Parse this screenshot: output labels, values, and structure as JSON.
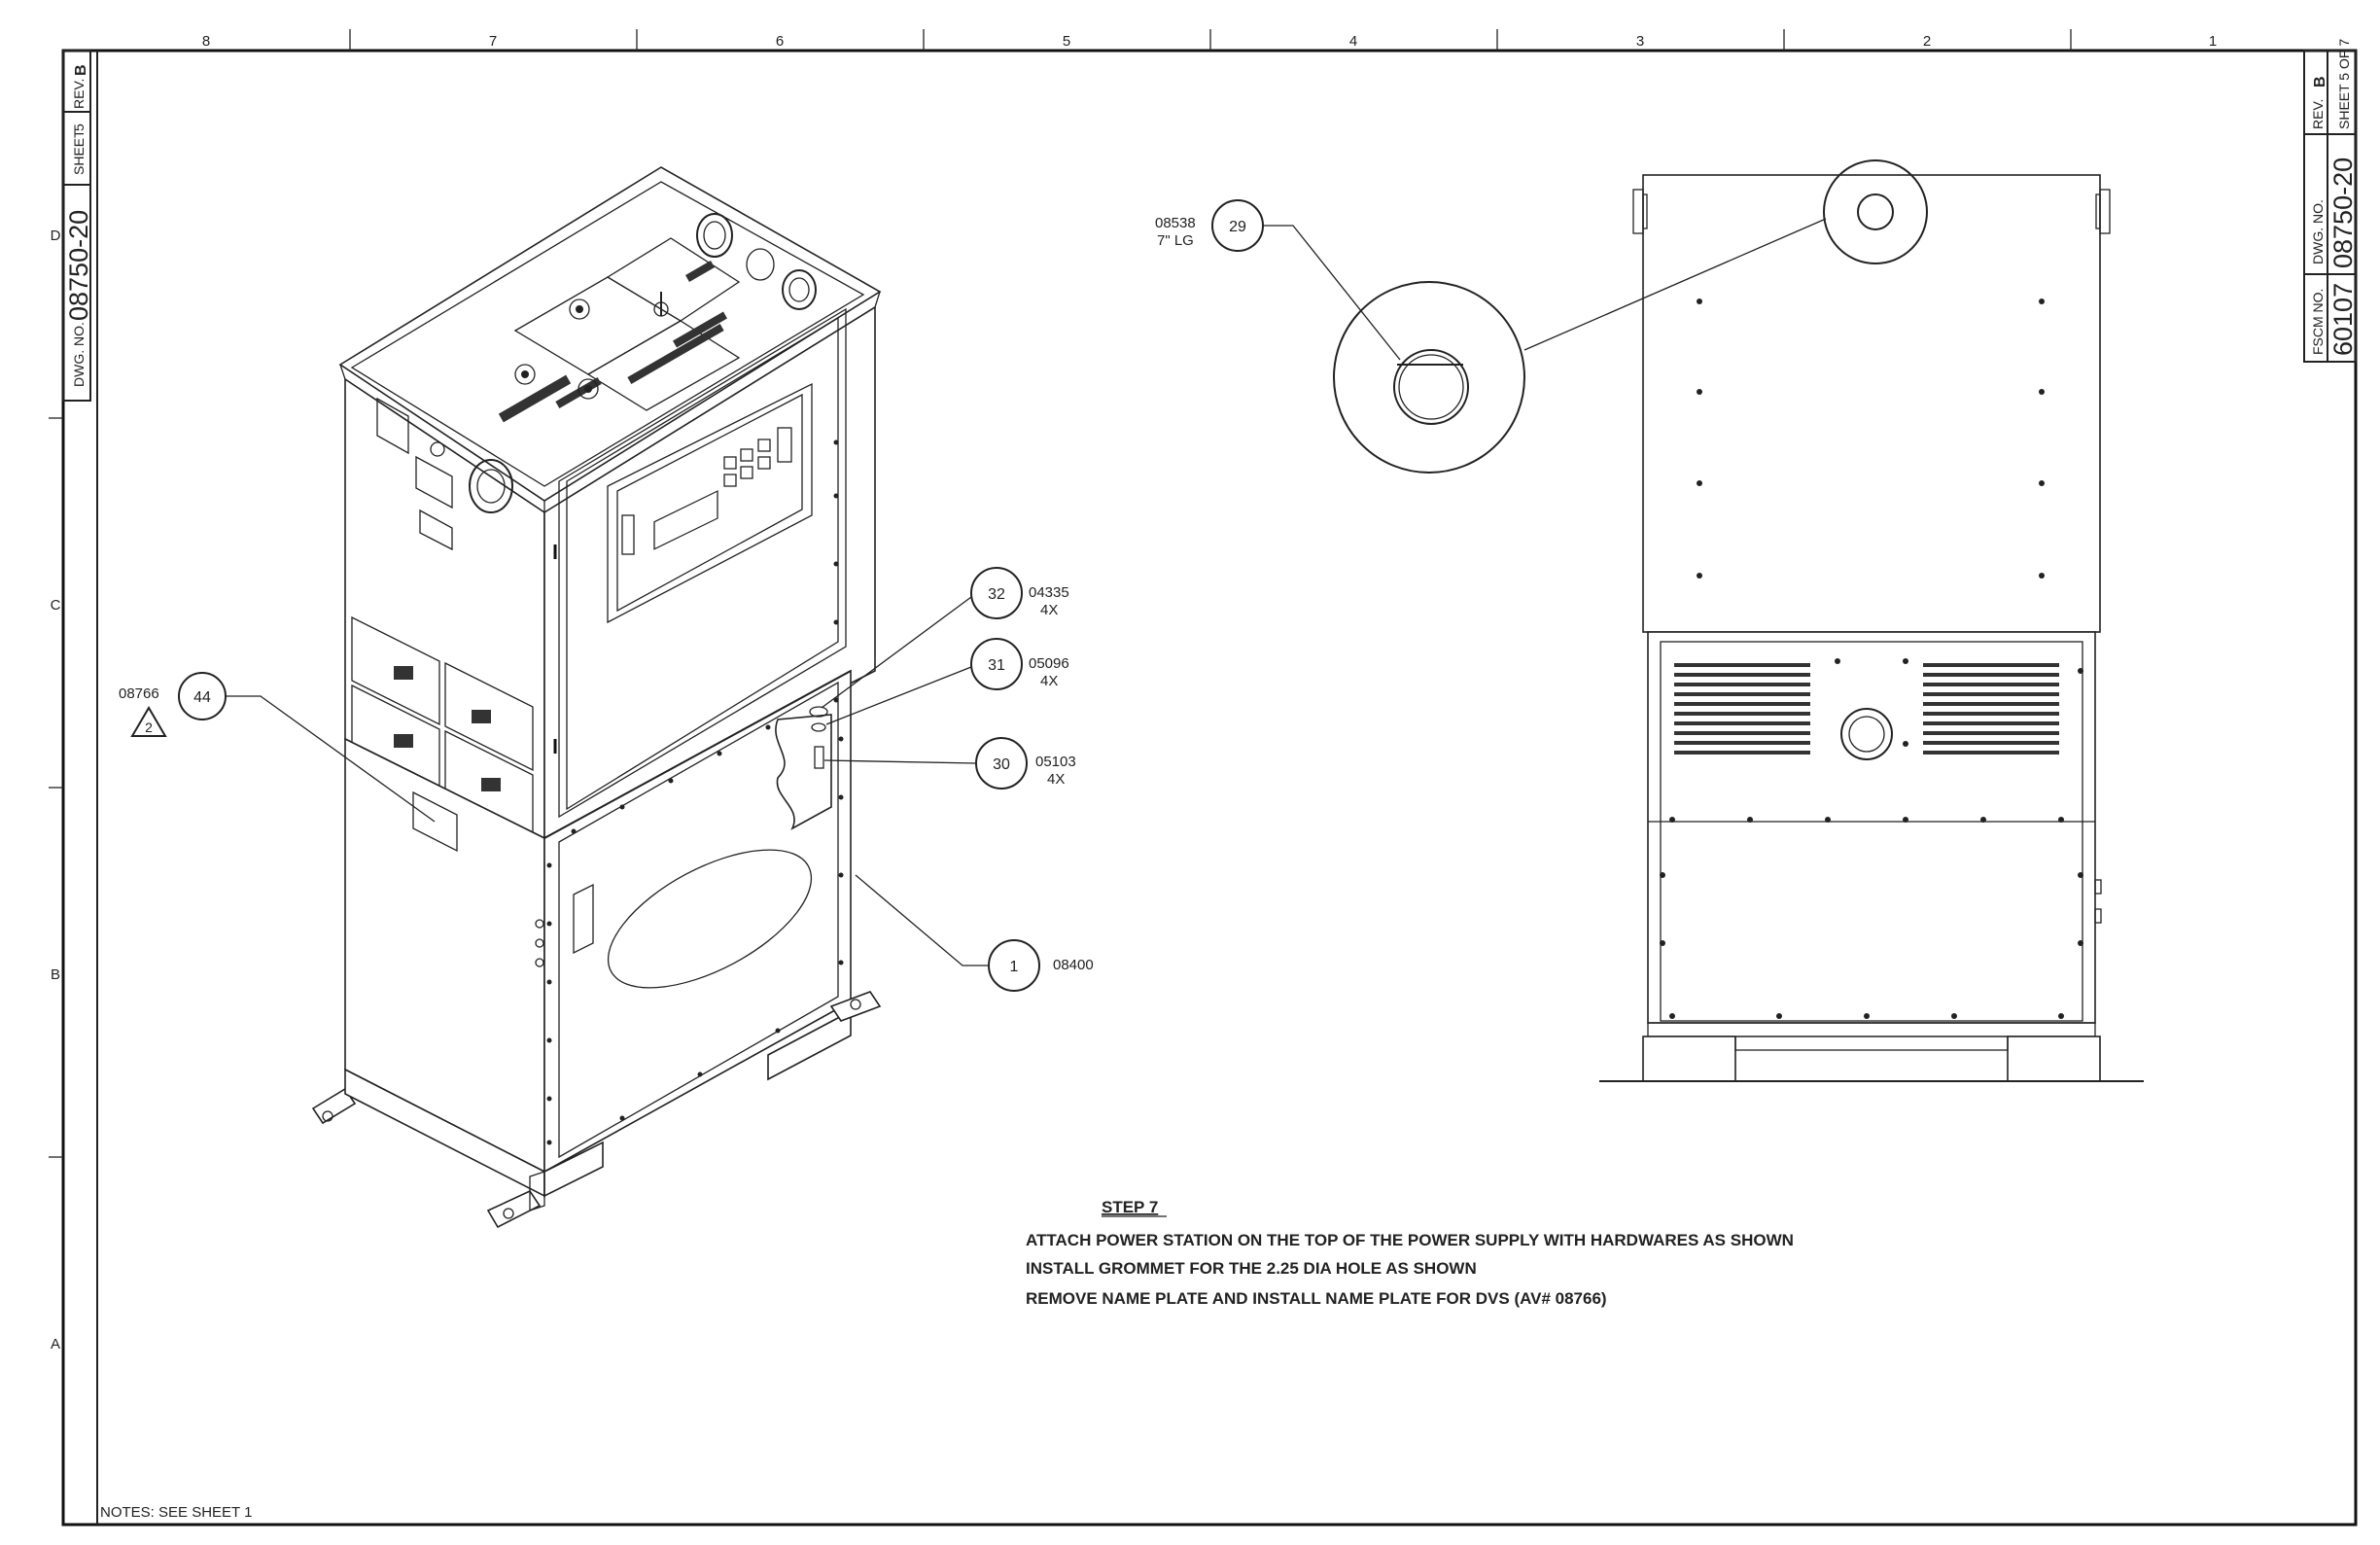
{
  "zones": {
    "columns": [
      "8",
      "7",
      "6",
      "5",
      "4",
      "3",
      "2",
      "1"
    ],
    "rows": [
      "D",
      "C",
      "B",
      "A"
    ]
  },
  "title_block_left": {
    "rev_label": "REV.",
    "rev": "B",
    "sheet_label": "SHEET",
    "sheet": "5",
    "dwg_label": "DWG. NO.",
    "dwg_no": "08750-20"
  },
  "title_block_right": {
    "rev_label": "REV.",
    "rev": "B",
    "sheet_text": "SHEET 5 OF 7",
    "dwg_label": "DWG. NO.",
    "dwg_no": "08750-20",
    "fscm_label": "FSCM NO.",
    "fscm_no": "60107"
  },
  "callouts": {
    "c44": {
      "item": "44",
      "part": "08766",
      "rev_flag": "2"
    },
    "c32": {
      "item": "32",
      "part": "04335",
      "qty": "4X"
    },
    "c31": {
      "item": "31",
      "part": "05096",
      "qty": "4X"
    },
    "c30": {
      "item": "30",
      "part": "05103",
      "qty": "4X"
    },
    "c1": {
      "item": "1",
      "part": "08400"
    },
    "c29": {
      "item": "29",
      "part": "08538",
      "length": "7\" LG"
    }
  },
  "instructions": {
    "title": "STEP 7",
    "lines": [
      "ATTACH POWER STATION ON THE TOP OF THE POWER SUPPLY WITH HARDWARES AS SHOWN",
      "INSTALL GROMMET FOR THE 2.25 DIA HOLE AS SHOWN",
      "REMOVE NAME PLATE AND INSTALL NAME PLATE FOR DVS (AV# 08766)"
    ]
  },
  "notes": "NOTES: SEE SHEET 1"
}
